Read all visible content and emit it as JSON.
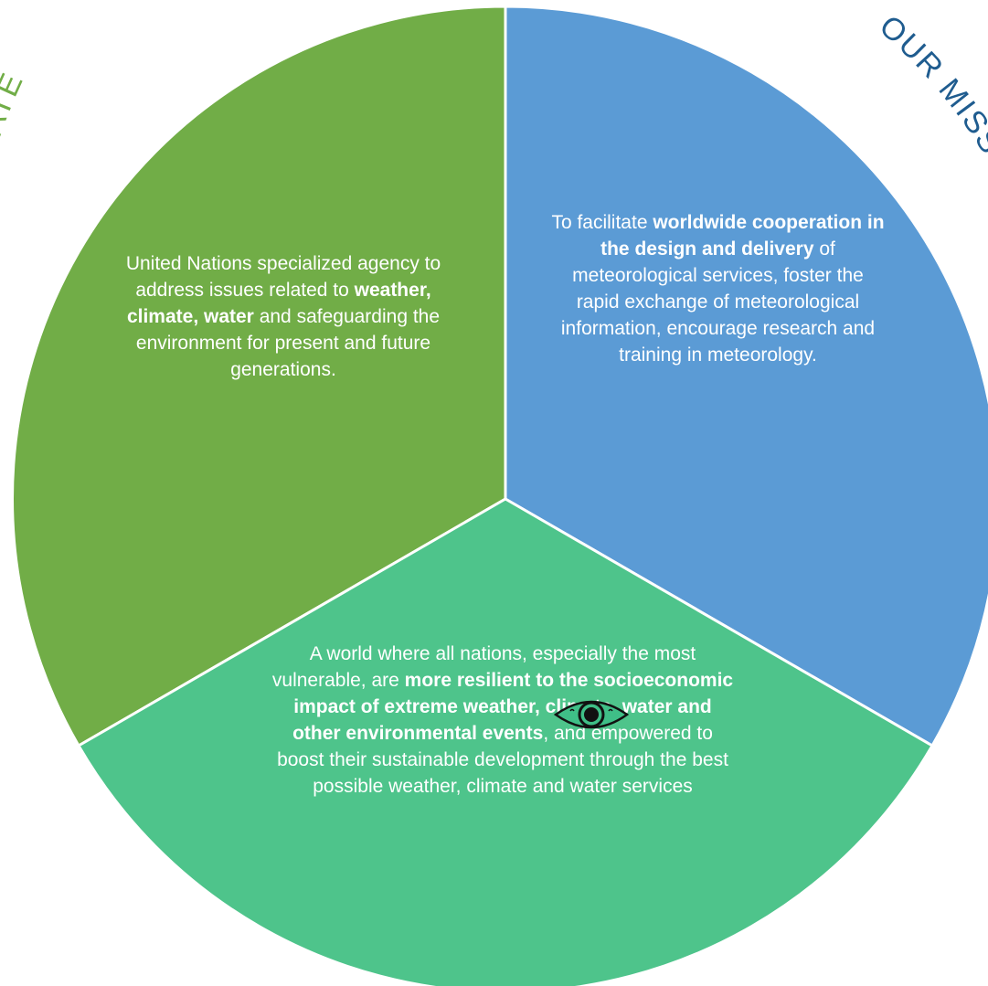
{
  "diagram": {
    "colors": {
      "mandate": "#71AD47",
      "mission": "#5B9BD5",
      "vision": "#4EC48B",
      "outline": "#ffffff",
      "mandate_label": "#71AD47",
      "mission_label": "#1F5C8F"
    },
    "arc_labels": {
      "mandate": "ATE",
      "mission": "OUR MISS"
    },
    "mandate": {
      "t1": "United Nations specialized agency to address issues related to ",
      "b1": "weather, climate, water",
      "t2": " and safeguarding the environment for present and future generations."
    },
    "mission": {
      "t1": "To facilitate ",
      "b1": "worldwide cooperation in the design and delivery",
      "t2": " of meteorological services, foster the rapid exchange of meteorological information, encourage research and training in meteorology."
    },
    "vision": {
      "t1": "A world where all nations, especially the most vulnerable, are ",
      "b1": "more resilient to the socioeconomic impact of extreme weather, climate, water and other environmental events",
      "t2": ", and empowered to boost their sustainable development through the best possible weather, climate and water services"
    },
    "icons": [
      "eye-icon"
    ]
  }
}
